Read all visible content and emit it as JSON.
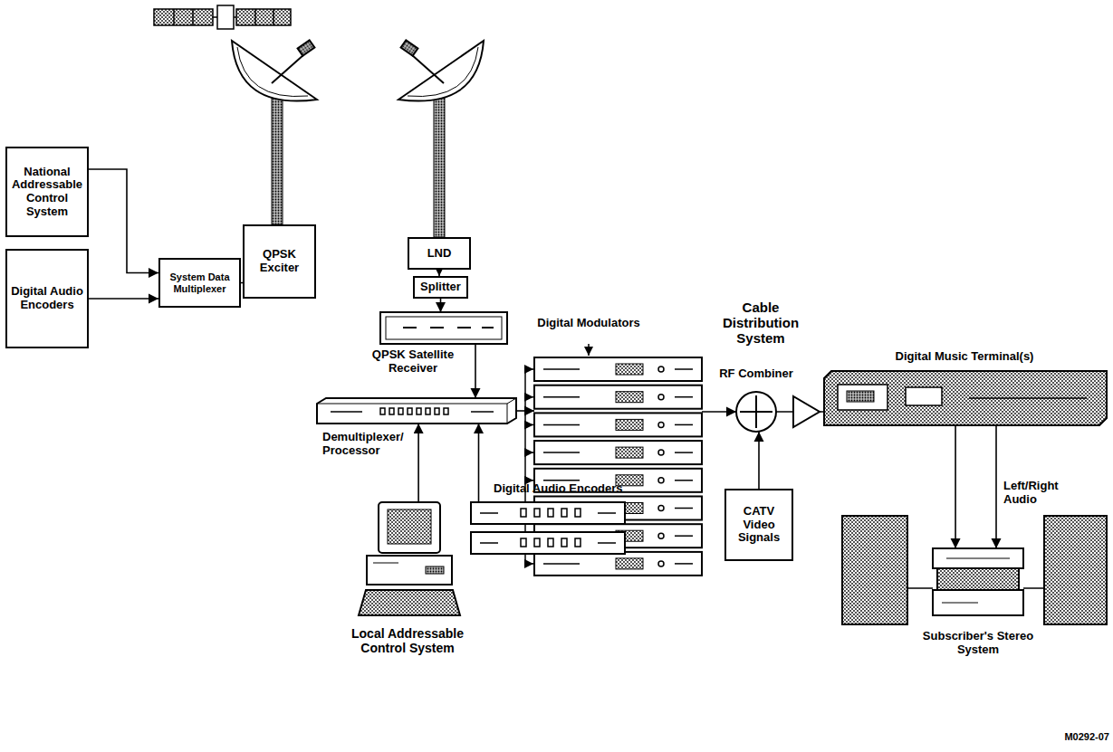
{
  "diagram": {
    "nodes": [
      {
        "text": [
          "National Addressable Control System"
        ]
      },
      {
        "text": [
          "Digital Audio Encoders"
        ]
      },
      {
        "text": [
          "System Data Multiplexer"
        ]
      },
      {
        "text": [
          "QPSK Exciter"
        ]
      },
      {
        "text": [
          "LND"
        ]
      },
      {
        "text": [
          "Splitter"
        ]
      },
      {
        "text": [
          "QPSK Satellite Receiver"
        ]
      },
      {
        "text": [
          "Demultiplexer/ Processor"
        ]
      },
      {
        "text": [
          "Digital Modulators"
        ]
      },
      {
        "text": [
          "Local Addressable Control System"
        ]
      },
      {
        "text": [
          "Digital Audio Encoders"
        ]
      },
      {
        "text": [
          "RF Combiner"
        ]
      },
      {
        "text": [
          "CATV Video Signals"
        ]
      },
      {
        "text": [
          "Digital Music Terminal(s)"
        ]
      },
      {
        "text": [
          "Subscriber's Stereo System"
        ]
      }
    ],
    "edges": [
      {
        "from": 0,
        "to": 2,
        "arrow": "to"
      },
      {
        "from": 1,
        "to": 2,
        "arrow": "to"
      },
      {
        "from": 2,
        "to": 3,
        "arrow": "to"
      },
      {
        "from": 4,
        "to": 5,
        "arrow": "to"
      },
      {
        "from": 5,
        "to": 6,
        "arrow": "to"
      },
      {
        "from": 6,
        "to": 7,
        "arrow": "to"
      },
      {
        "from": 9,
        "to": 7,
        "arrow": "to"
      },
      {
        "from": 10,
        "to": 7,
        "arrow": "to"
      },
      {
        "from": 7,
        "to": 8,
        "arrow": "to"
      },
      {
        "from": 8,
        "to": 11,
        "arrow": "to"
      },
      {
        "from": 12,
        "to": 11,
        "arrow": "to"
      },
      {
        "from": 11,
        "to": 13,
        "arrow": "none"
      },
      {
        "from": 13,
        "to": 14,
        "arrow": "to"
      },
      {
        "from": 13,
        "to": 14,
        "label": "Left/Right Audio",
        "arrow": "to"
      }
    ],
    "labels": [
      "Cable Distribution System",
      "M0292-07"
    ]
  }
}
